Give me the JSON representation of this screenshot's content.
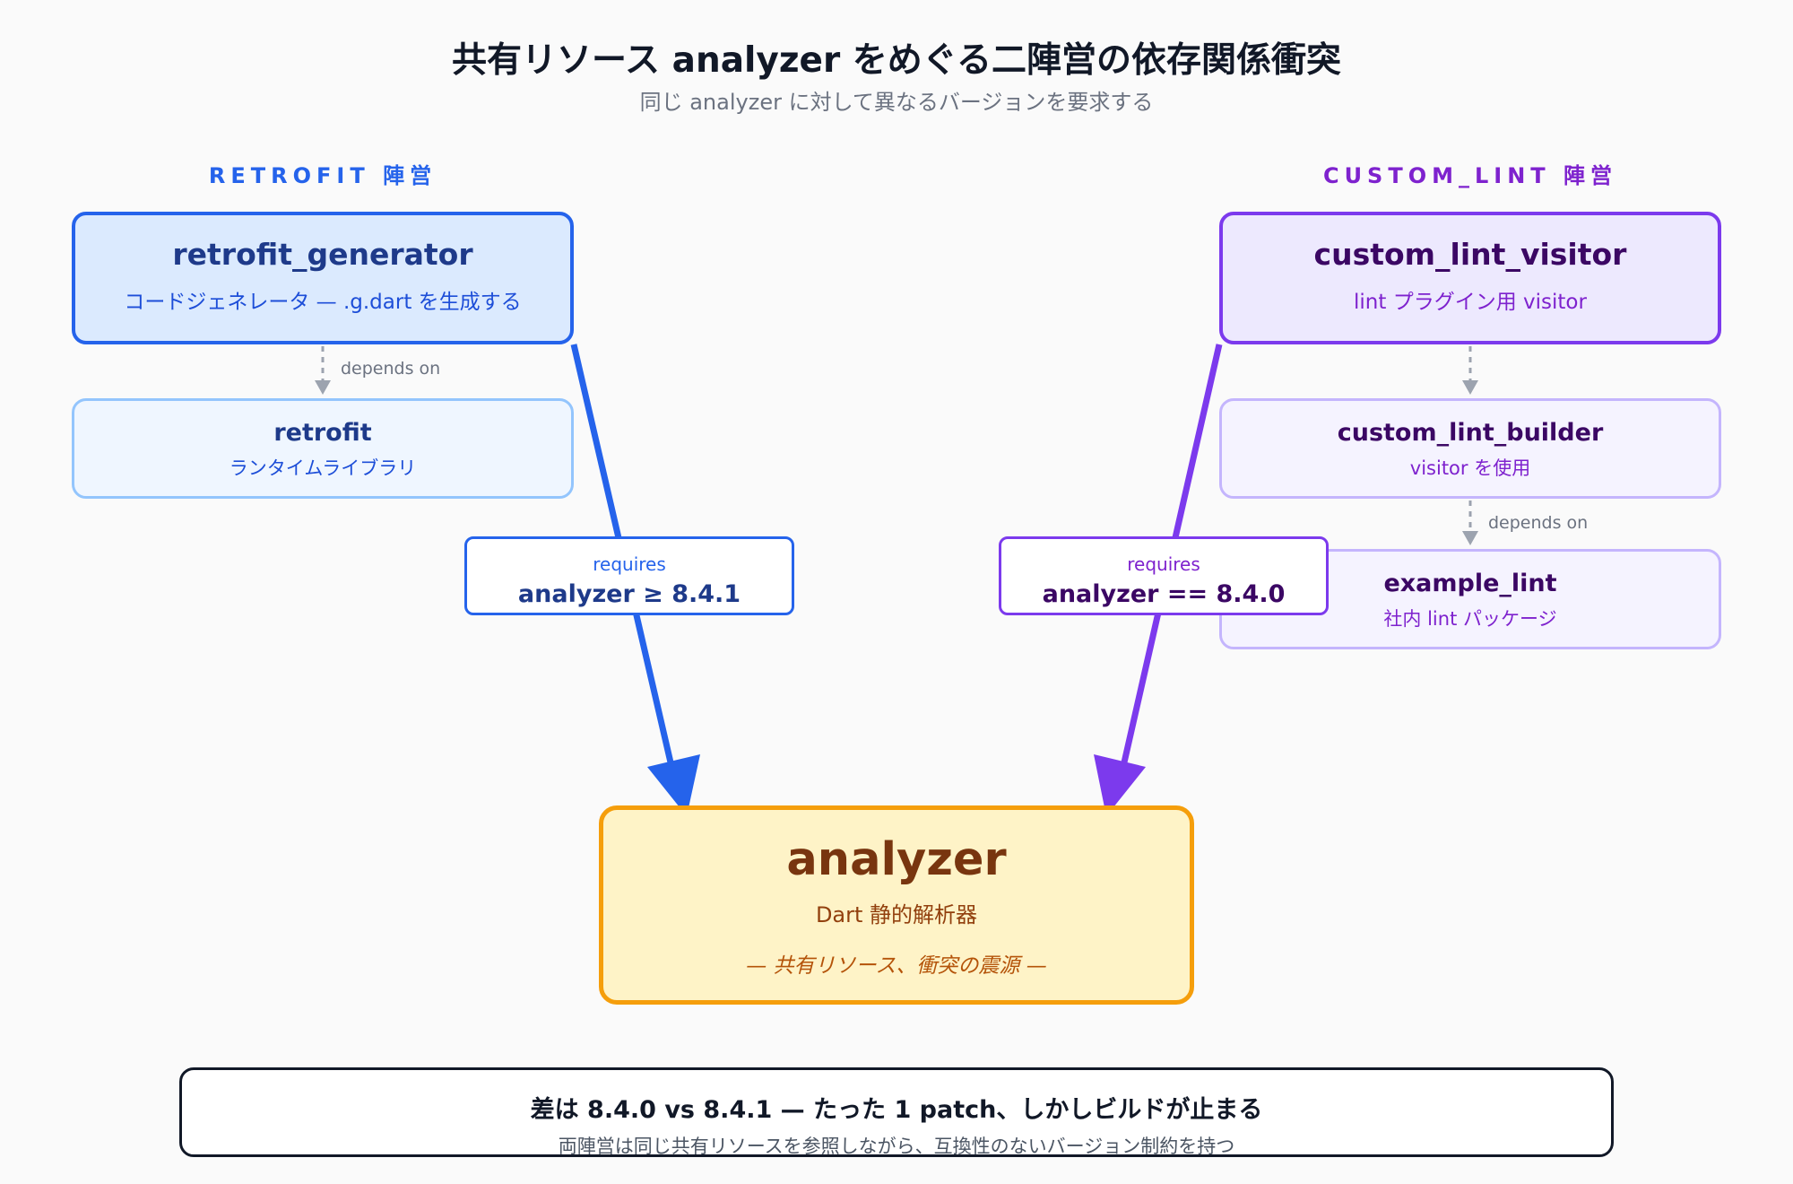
{
  "title": "共有リソース analyzer をめぐる二陣営の依存関係衝突",
  "subtitle": "同じ analyzer に対して異なるバージョンを要求する",
  "camps": {
    "retrofit": "RETROFIT 陣営",
    "custom_lint": "CUSTOM_LINT 陣営"
  },
  "retrofit_side": {
    "generator": {
      "name": "retrofit_generator",
      "description": "コードジェネレータ — .g.dart を生成する"
    },
    "runtime": {
      "name": "retrofit",
      "description": "ランタイムライブラリ"
    },
    "depends_label": "depends on",
    "requirement": {
      "label": "requires",
      "constraint": "analyzer ≥ 8.4.1"
    }
  },
  "custom_lint_side": {
    "visitor": {
      "name": "custom_lint_visitor",
      "description": "lint プラグイン用 visitor"
    },
    "builder": {
      "name": "custom_lint_builder",
      "description": "visitor を使用"
    },
    "example": {
      "name": "example_lint",
      "description": "社内 lint パッケージ"
    },
    "depends_label": "depends on",
    "requirement": {
      "label": "requires",
      "constraint": "analyzer == 8.4.0"
    }
  },
  "shared": {
    "name": "analyzer",
    "description": "Dart 静的解析器",
    "note": "— 共有リソース、衝突の震源 —"
  },
  "summary": {
    "headline": "差は 8.4.0 vs 8.4.1 — たった 1 patch、しかしビルドが止まる",
    "detail": "両陣営は同じ共有リソースを参照しながら、互換性のないバージョン制約を持つ"
  },
  "colors": {
    "retrofit": "#2563eb",
    "custom_lint": "#7c3aed",
    "shared": "#f59e0b",
    "dependency": "#9ca3af"
  }
}
